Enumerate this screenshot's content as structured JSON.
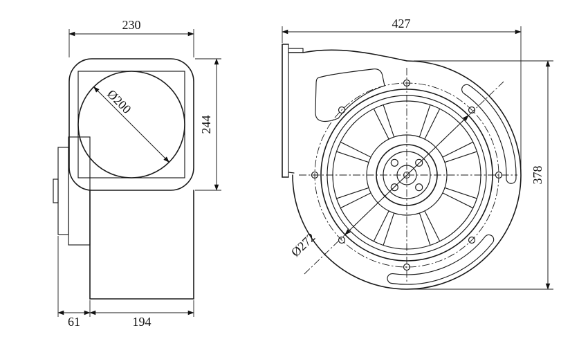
{
  "page": {
    "background": "#ffffff",
    "line_color": "#1a1a1a"
  },
  "drawing": {
    "views": {
      "side_view": {
        "dimensions": {
          "outlet_width": "230",
          "outlet_height": "244",
          "outlet_diameter": "Ø200",
          "motor_depth": "61",
          "body_depth": "194"
        }
      },
      "front_view": {
        "dimensions": {
          "overall_width": "427",
          "overall_height": "378",
          "inlet_diameter": "Ø272"
        }
      }
    }
  }
}
